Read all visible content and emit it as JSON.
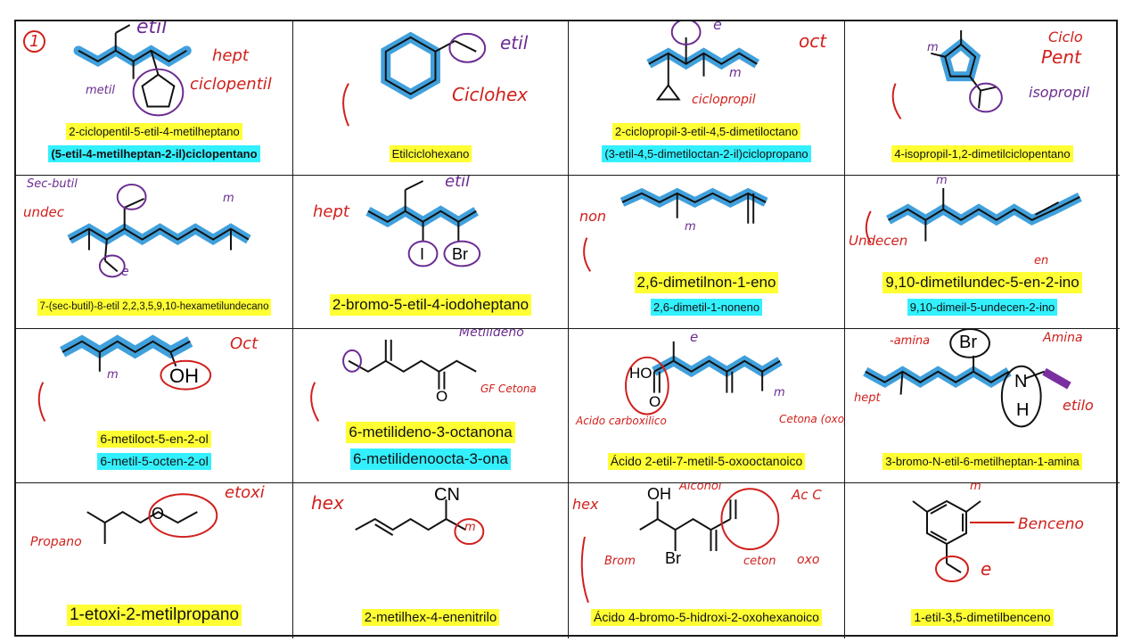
{
  "colors": {
    "highlight_yellow": "#ffff33",
    "highlight_cyan": "#33f0ff",
    "ink_red": "#d0201c",
    "ink_purple": "#6b2c91",
    "chain_blue": "#1f8fd6"
  },
  "page_number": "1",
  "cells": [
    {
      "names": [
        "2-ciclopentil-5-etil-4-metilheptano",
        "(5-etil-4-metilheptan-2-il)ciclopentano"
      ],
      "notes": {
        "a": "etil",
        "b": "hept",
        "c": "ciclopentil",
        "d": "metil"
      }
    },
    {
      "names": [
        "Etilciclohexano"
      ],
      "notes": {
        "a": "etil",
        "b": "Ciclohex"
      }
    },
    {
      "names": [
        "2-ciclopropil-3-etil-4,5-dimetiloctano",
        "(3-etil-4,5-dimetiloctan-2-il)ciclopropano"
      ],
      "notes": {
        "a": "oct",
        "b": "ciclopropil",
        "c": "e",
        "d": "m"
      }
    },
    {
      "names": [
        "4-isopropil-1,2-dimetilciclopentano"
      ],
      "notes": {
        "a": "Ciclo",
        "b": "Pent",
        "c": "isopropil",
        "d": "m"
      }
    },
    {
      "names": [
        "7-(sec-butil)-8-etil 2,2,3,5,9,10-hexametilundecano"
      ],
      "notes": {
        "a": "Sec-butil",
        "b": "undec",
        "c": "e",
        "d": "m"
      }
    },
    {
      "names": [
        "2-bromo-5-etil-4-iodoheptano"
      ],
      "notes": {
        "a": "etil",
        "b": "hept",
        "c": "I",
        "d": "Br"
      }
    },
    {
      "names": [
        "2,6-dimetilnon-1-eno",
        "2,6-dimetil-1-noneno"
      ],
      "notes": {
        "a": "non",
        "b": "m"
      }
    },
    {
      "names": [
        "9,10-dimetilundec-5-en-2-ino",
        "9,10-dimeil-5-undecen-2-ino"
      ],
      "notes": {
        "a": "Undecen",
        "b": "en",
        "c": "m"
      }
    },
    {
      "names": [
        "6-metiloct-5-en-2-ol",
        "6-metil-5-octen-2-ol"
      ],
      "notes": {
        "a": "Oct",
        "b": "OH",
        "c": "m"
      }
    },
    {
      "names": [
        "6-metilideno-3-octanona",
        "6-metilidenoocta-3-ona"
      ],
      "notes": {
        "a": "Metilideno",
        "b": "GF Cetona",
        "c": "O"
      }
    },
    {
      "names": [
        "Ácido 2-etil-7-metil-5-oxooctanoico"
      ],
      "notes": {
        "a": "Acido carboxilico",
        "b": "Cetona (oxo)",
        "c": "HO",
        "d": "O",
        "e": "e",
        "f": "m"
      }
    },
    {
      "names": [
        "3-bromo-N-etil-6-metilheptan-1-amina"
      ],
      "notes": {
        "a": "-amina",
        "b": "Amina",
        "c": "etilo",
        "d": "hept",
        "e": "Br",
        "f": "N",
        "g": "H"
      }
    },
    {
      "names": [
        "1-etoxi-2-metilpropano"
      ],
      "notes": {
        "a": "etoxi",
        "b": "Propano",
        "c": "O"
      }
    },
    {
      "names": [
        "2-metilhex-4-enenitrilo"
      ],
      "notes": {
        "a": "hex",
        "b": "CN",
        "c": "m"
      }
    },
    {
      "names": [
        "Ácido 4-bromo-5-hidroxi-2-oxohexanoico"
      ],
      "notes": {
        "a": "hex",
        "b": "Alcohol",
        "c": "Ac C",
        "d": "Brom",
        "e": "ceton",
        "f": "oxo",
        "g": "OH",
        "h": "Br"
      }
    },
    {
      "names": [
        "1-etil-3,5-dimetilbenceno"
      ],
      "notes": {
        "a": "Benceno",
        "b": "e",
        "c": "m"
      }
    }
  ]
}
